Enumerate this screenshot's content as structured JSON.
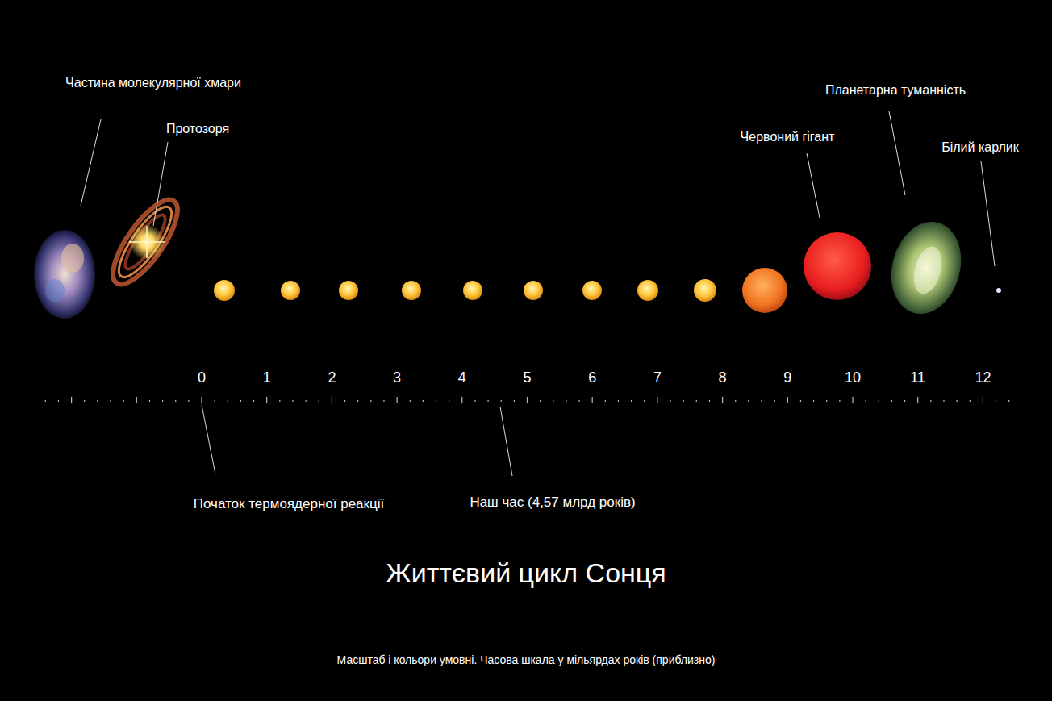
{
  "diagram": {
    "title": "Життєвий цикл Сонця",
    "caption": "Масштаб і кольори умовні. Часова шкала у мільярдах років (приблизно)",
    "labels": [
      "Частина молекулярної хмари",
      "Протозоря",
      "Червоний гігант",
      "Планетарна туманність",
      "Білий карлик",
      "0",
      "1",
      "2",
      "3",
      "4",
      "5",
      "6",
      "7",
      "8",
      "9",
      "10",
      "11",
      "12",
      "Початок термоядерної реакції",
      "Наш час (4,57 млрд років)"
    ]
  }
}
